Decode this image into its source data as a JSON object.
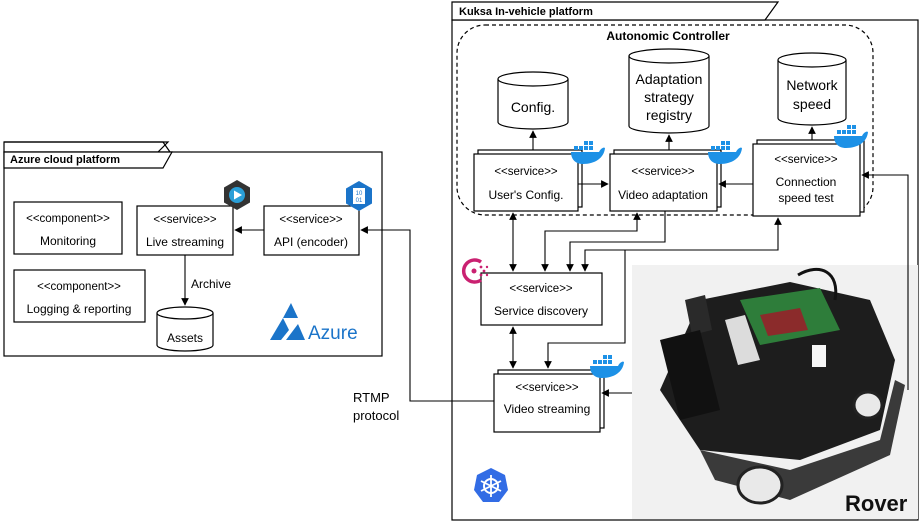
{
  "azure_platform": {
    "title": "Azure cloud platform",
    "monitoring": {
      "stereotype": "<<component>>",
      "name": "Monitoring"
    },
    "logging": {
      "stereotype": "<<component>>",
      "name": "Logging & reporting"
    },
    "live_streaming": {
      "stereotype": "<<service>>",
      "name": "Live streaming"
    },
    "api_encoder": {
      "stereotype": "<<service>>",
      "name": "API (encoder)"
    },
    "archive_label": "Archive",
    "assets": "Assets",
    "azure_logo_text": "Azure"
  },
  "rtmp": {
    "line1": "RTMP",
    "line2": "protocol"
  },
  "kuksa_platform": {
    "title": "Kuksa In-vehicle platform",
    "autonomic_title": "Autonomic Controller",
    "config_db": "Config.",
    "adaptation_db": {
      "line1": "Adaptation",
      "line2": "strategy",
      "line3": "registry"
    },
    "network_db": {
      "line1": "Network",
      "line2": "speed"
    },
    "users_config": {
      "stereotype": "<<service>>",
      "name": "User's Config."
    },
    "video_adaptation": {
      "stereotype": "<<service>>",
      "name": "Video adaptation"
    },
    "connection_speed": {
      "stereotype": "<<service>>",
      "line1": "Connection",
      "line2": "speed test"
    },
    "service_discovery": {
      "stereotype": "<<service>>",
      "name": "Service discovery"
    },
    "video_streaming": {
      "stereotype": "<<service>>",
      "name": "Video streaming"
    },
    "rover_label": "Rover"
  },
  "colors": {
    "docker": "#1d91e6",
    "azure": "#1b74c9",
    "kubernetes": "#326ce5",
    "consul": "#ca2171"
  },
  "icons": [
    "docker-icon",
    "azure-logo-icon",
    "media-service-icon",
    "encoder-icon",
    "consul-icon",
    "kubernetes-icon"
  ]
}
